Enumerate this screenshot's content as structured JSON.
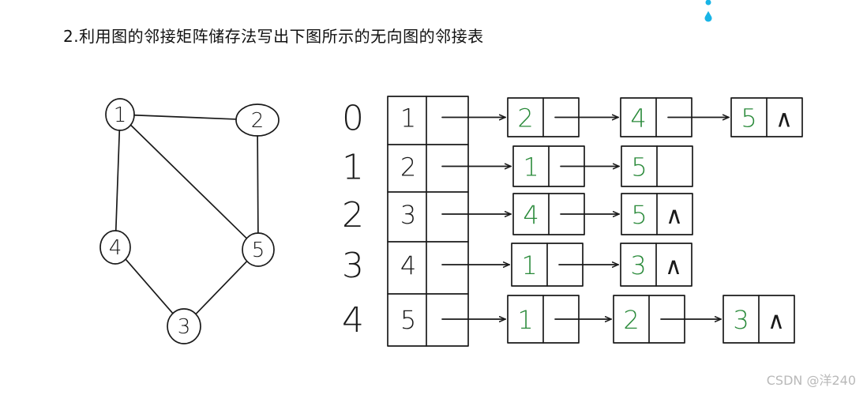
{
  "title": "2.利用图的邻接矩阵储存法写出下图所示的无向图的邻接表",
  "watermark": "CSDN @洋240",
  "colors": {
    "ink": "#1a1a1a",
    "green": "#2a8a3a",
    "accent": "#18b4e6"
  },
  "graph": {
    "nodes": [
      "1",
      "2",
      "4",
      "5",
      "3"
    ],
    "edges": [
      [
        "1",
        "2"
      ],
      [
        "1",
        "4"
      ],
      [
        "1",
        "5"
      ],
      [
        "2",
        "5"
      ],
      [
        "4",
        "3"
      ],
      [
        "5",
        "3"
      ]
    ]
  },
  "adjacency_list": [
    {
      "index": "0",
      "vertex": "1",
      "neighbors": [
        "2",
        "4",
        "5"
      ],
      "terminator": "∧"
    },
    {
      "index": "1",
      "vertex": "2",
      "neighbors": [
        "1",
        "5"
      ],
      "terminator": ""
    },
    {
      "index": "2",
      "vertex": "3",
      "neighbors": [
        "4",
        "5"
      ],
      "terminator": "∧"
    },
    {
      "index": "3",
      "vertex": "4",
      "neighbors": [
        "1",
        "3"
      ],
      "terminator": "∧"
    },
    {
      "index": "4",
      "vertex": "5",
      "neighbors": [
        "1",
        "2",
        "3"
      ],
      "terminator": "∧"
    }
  ]
}
